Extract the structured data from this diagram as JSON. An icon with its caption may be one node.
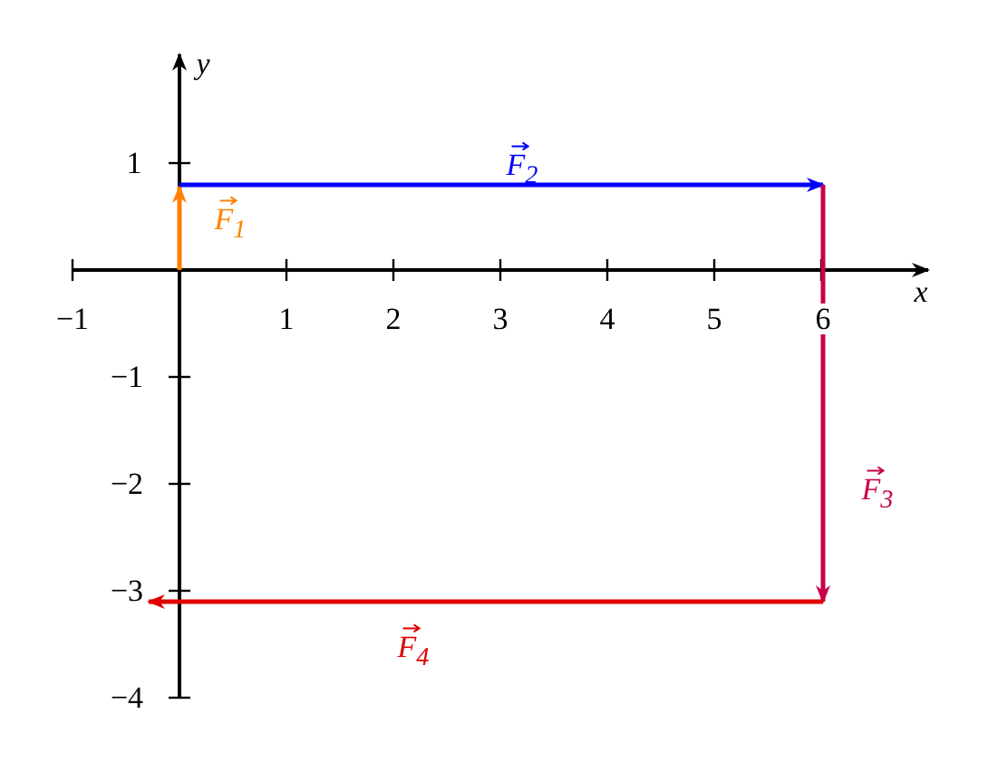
{
  "diagram": {
    "labels": [
      "y",
      "1",
      "F$_{2}$",
      "F$_{1}$",
      "−1",
      "1",
      "2",
      "3",
      "4",
      "5",
      "6",
      "x",
      "−1",
      "−2",
      "F$_{3}$",
      "−3",
      "F$_{4}$",
      "−4"
    ]
  }
}
